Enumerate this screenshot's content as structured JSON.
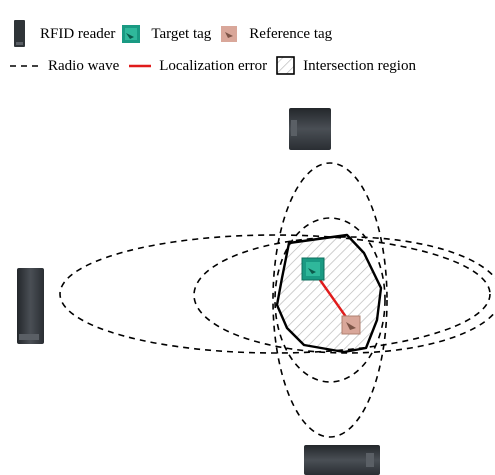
{
  "legend": {
    "reader_label": "RFID reader",
    "target_label": "Target tag",
    "reference_label": "Reference tag",
    "wave_label": "Radio wave",
    "error_label": "Localization error",
    "region_label": "Intersection region"
  },
  "colors": {
    "reader": "#3b3f43",
    "target_tag": "#1a9a83",
    "reference_tag": "#d9a79a",
    "error_line": "#e01b1b",
    "wave_line": "#000000",
    "hatch": "#b9b9b9"
  },
  "icons": {
    "reader": "rfid-reader-icon",
    "target": "target-tag-icon",
    "reference": "reference-tag-icon"
  }
}
